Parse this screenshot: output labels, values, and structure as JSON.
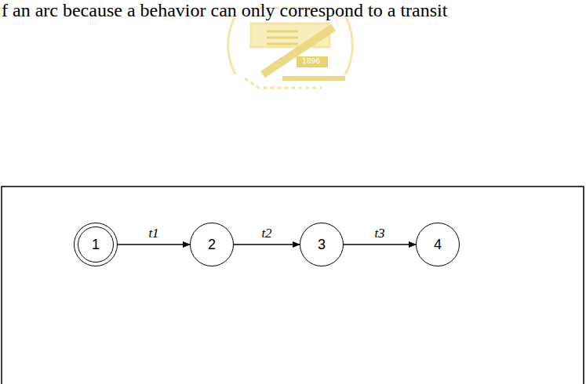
{
  "diagram": {
    "nodes": [
      {
        "text": [
          "1"
        ]
      },
      {
        "text": [
          "2"
        ]
      },
      {
        "text": [
          "3"
        ]
      },
      {
        "text": [
          "4"
        ]
      }
    ],
    "edges": [
      {
        "from": 0,
        "to": 1,
        "label": "t1",
        "arrow": "to"
      },
      {
        "from": 1,
        "to": 2,
        "label": "t2",
        "arrow": "to"
      },
      {
        "from": 2,
        "to": 3,
        "label": "t3",
        "arrow": "to"
      }
    ],
    "labels": [
      "f an arc because a behavior can only correspond to a transit",
      "1896"
    ]
  }
}
